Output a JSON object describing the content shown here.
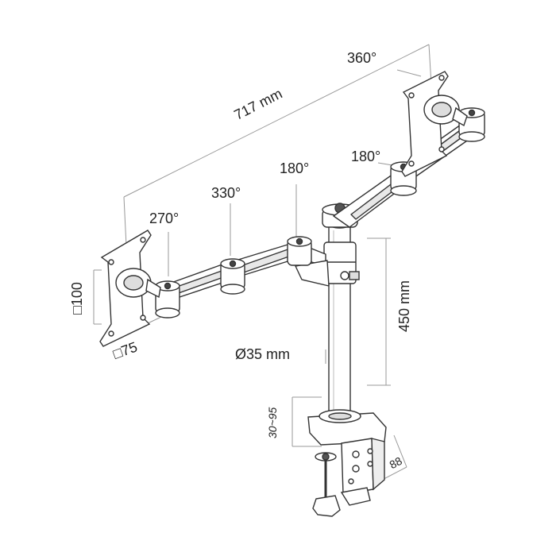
{
  "figure": {
    "line_color": "#333333",
    "dim_color": "#888888",
    "shade_color": "#d8d8d8",
    "labels": {
      "width_total": "717 mm",
      "rot_monitor_right": "360°",
      "rot_right_arm": "180°",
      "rot_center": "180°",
      "rot_left_mid": "330°",
      "rot_left_end": "270°",
      "vesa_h": "□100",
      "vesa_w": "□75",
      "pole_diameter": "Ø35 mm",
      "pole_height": "450 mm",
      "clamp_range": "30~95",
      "clamp_depth": "88"
    }
  }
}
